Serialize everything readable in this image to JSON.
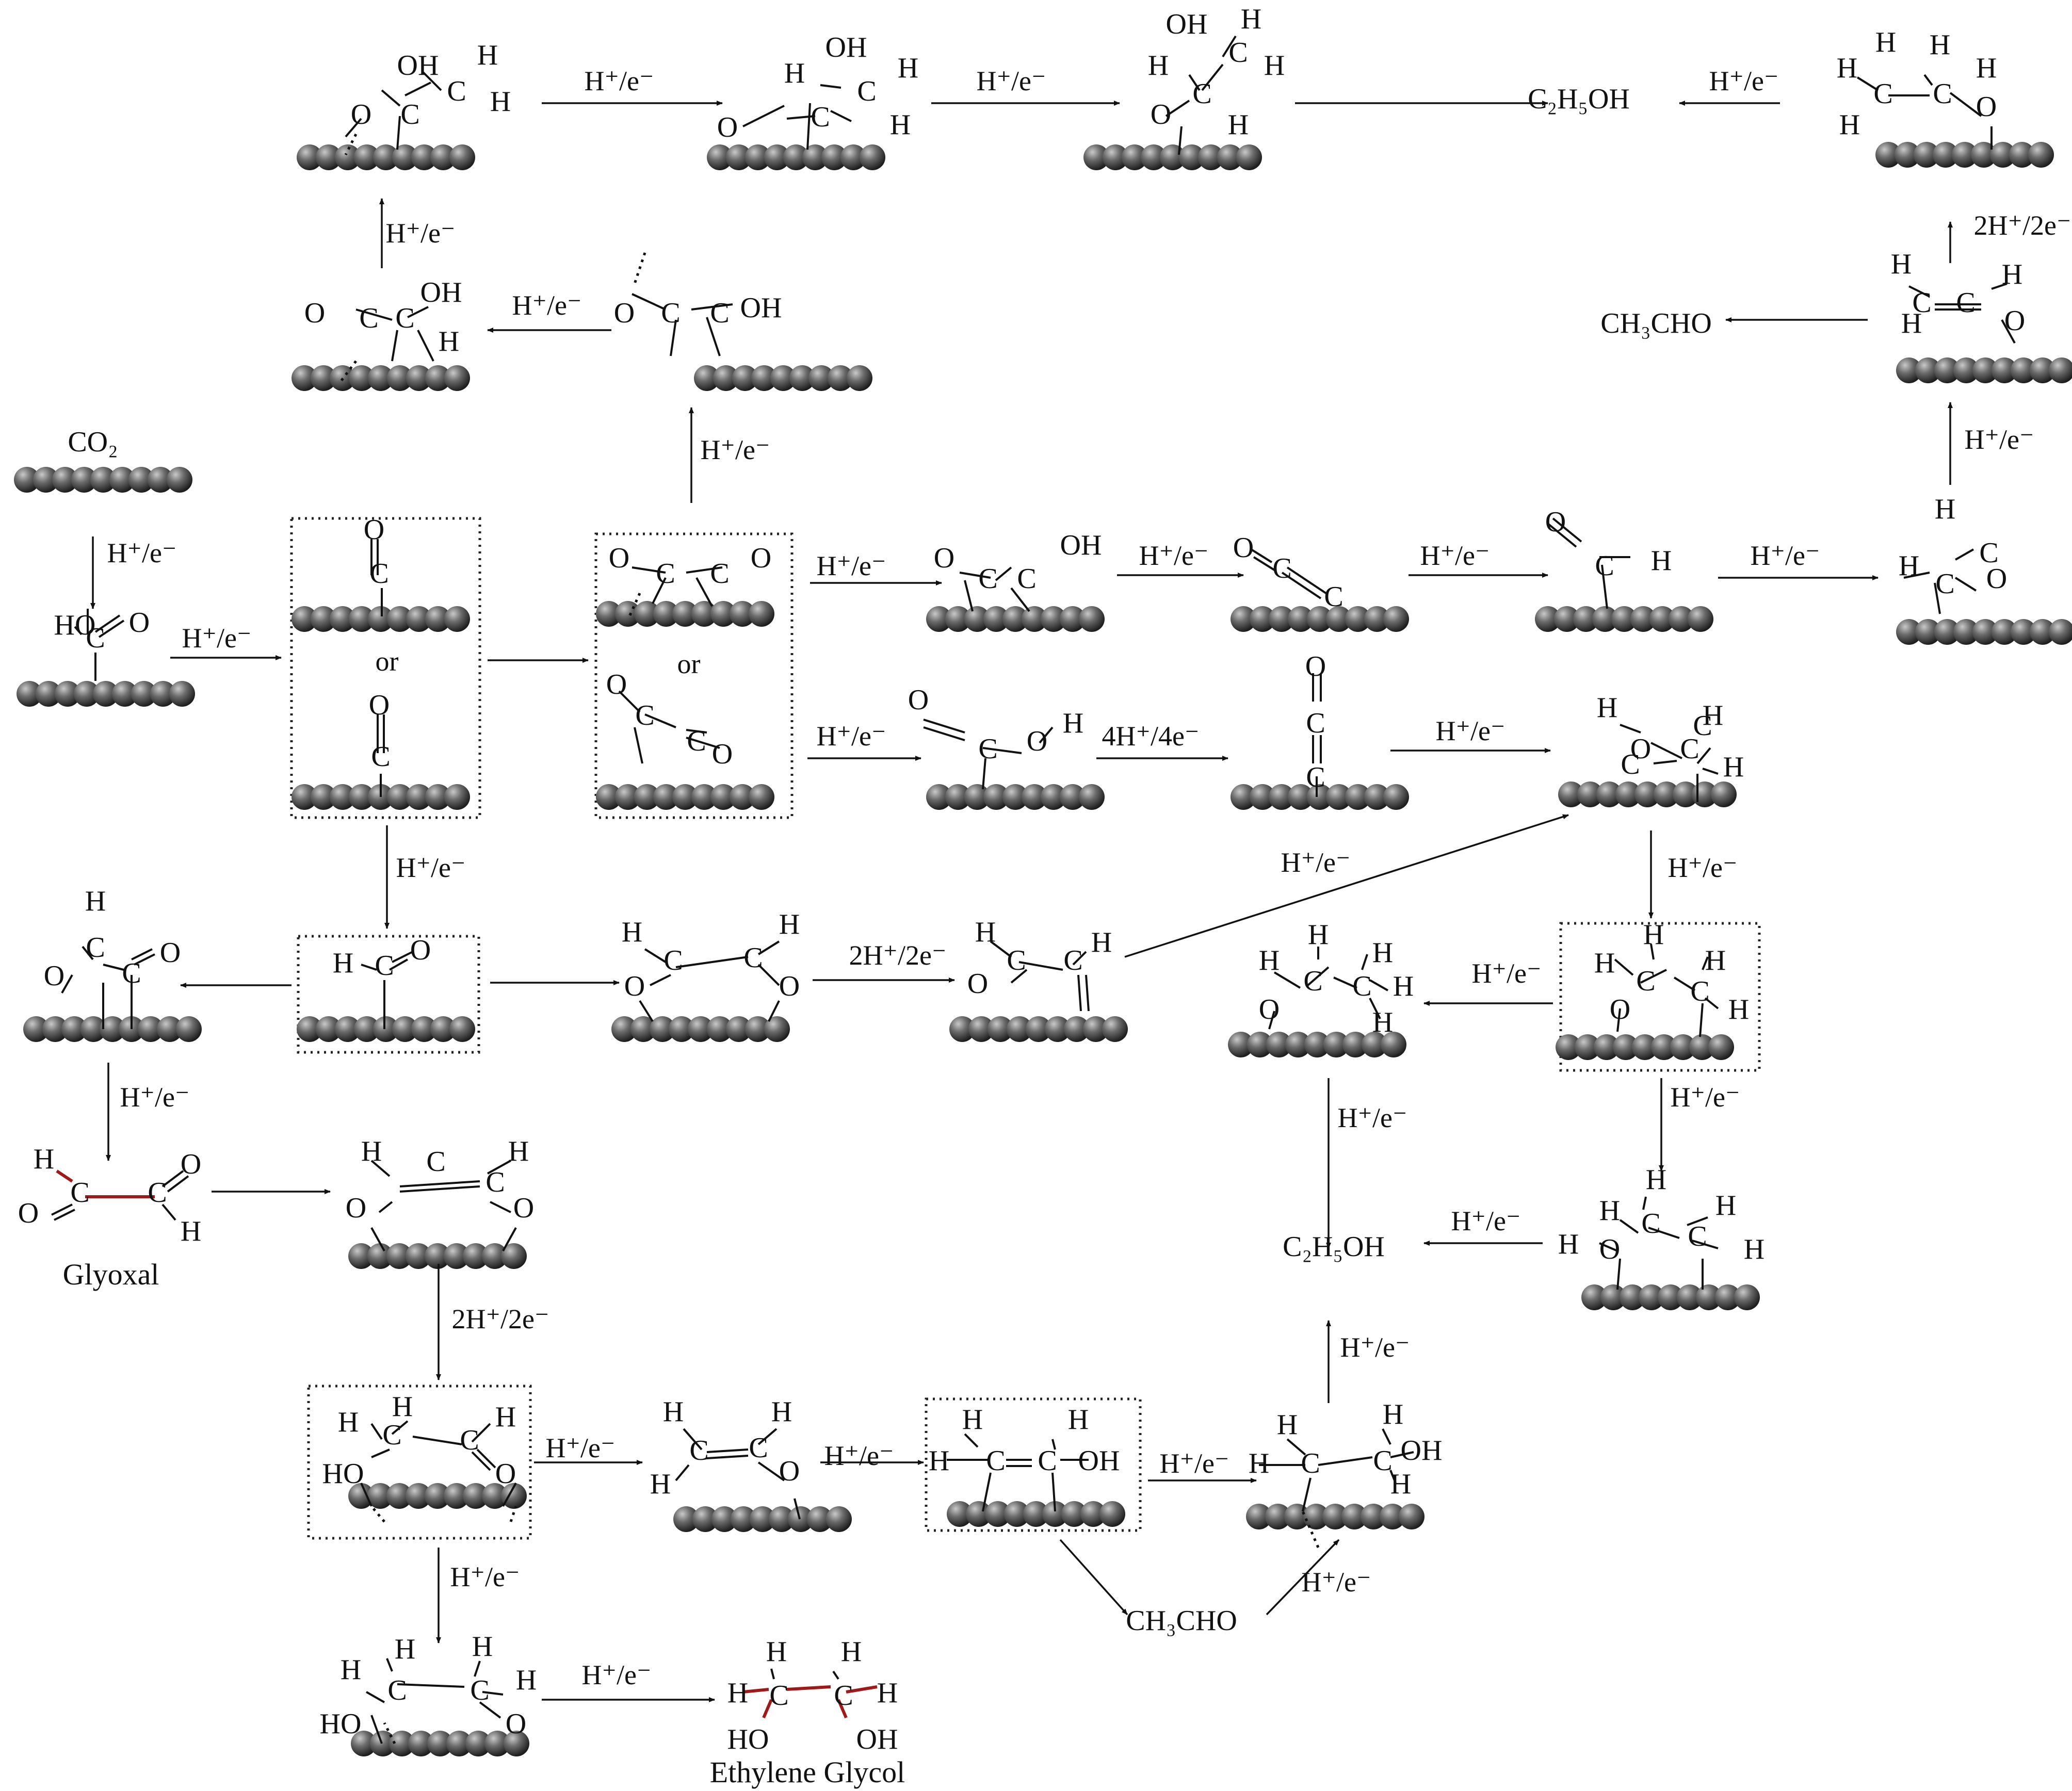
{
  "labels": {
    "step_h_e": "H⁺/e⁻",
    "step_2h_2e": "2H⁺/2e⁻",
    "step_4h_4e": "4H⁺/4e⁻",
    "or": "or",
    "co2": "CO₂",
    "ethanol": "C₂H₅OH",
    "acetaldehyde": "CH₃CHO",
    "glyoxal": "Glyoxal",
    "ethylene_glycol": "Ethylene Glycol"
  },
  "atoms": {
    "c": "C",
    "o": "O",
    "h": "H",
    "oh": "OH",
    "ho": "HO"
  },
  "colors": {
    "surface": "#555555",
    "highlight_bond": "#a01818"
  }
}
